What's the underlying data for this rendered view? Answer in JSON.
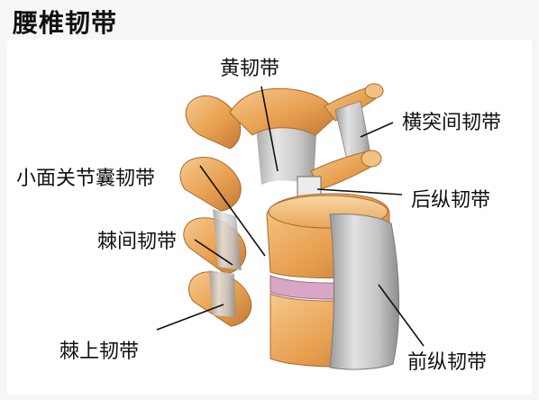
{
  "title": "腰椎韧带",
  "labels": {
    "ligamentum_flavum": "黄韧带",
    "intertransverse": "横突间韧带",
    "facet_capsule": "小面关节囊韧带",
    "posterior_longitudinal": "后纵韧带",
    "interspinous": "棘间韧带",
    "supraspinous": "棘上韧带",
    "anterior_longitudinal": "前纵韧带"
  },
  "colors": {
    "bone": "#e8a050",
    "bone_light": "#f4c487",
    "bone_dark": "#c07a38",
    "ligament": "#c7c7c7",
    "disc": "#d8a8c8",
    "leader": "#111111"
  }
}
